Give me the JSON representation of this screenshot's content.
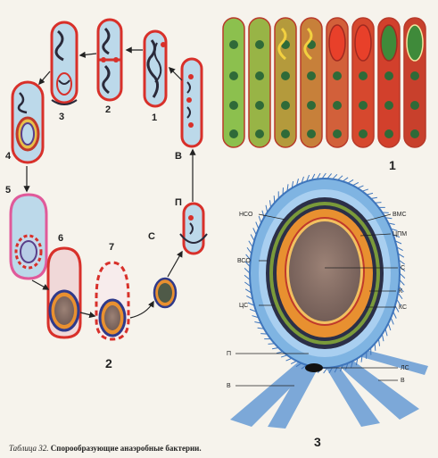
{
  "cycle": {
    "stage_labels": [
      "1",
      "2",
      "3",
      "4",
      "5",
      "6",
      "7"
    ],
    "transition_labels": [
      "В",
      "П",
      "С"
    ],
    "panel_number": "2"
  },
  "strip": {
    "panel_number": "1"
  },
  "spore": {
    "panel_number": "3",
    "labels": {
      "nso": "НСО",
      "vms": "ВМС",
      "tspm": "ЦПМ",
      "vso": "ВСО",
      "s": "С",
      "k": "К",
      "ts": "ЦС",
      "ks": "КС",
      "p": "П",
      "ls": "ЛС",
      "v_right": "В",
      "v_left": "В"
    }
  },
  "caption": {
    "prefix": "Таблица 32.",
    "title": "Спорообразующие анаэробные бактерии."
  },
  "colors": {
    "cell_outline": "#d8302a",
    "cytoplasm": "#bcd9ea",
    "nucleoid": "#2a2a3a",
    "spore_core": "#8d7468",
    "spore_cortex": "#e89030",
    "appendage_blue": "#4a84c4",
    "strip_green": "#7fb24a",
    "strip_red": "#d6402c"
  }
}
